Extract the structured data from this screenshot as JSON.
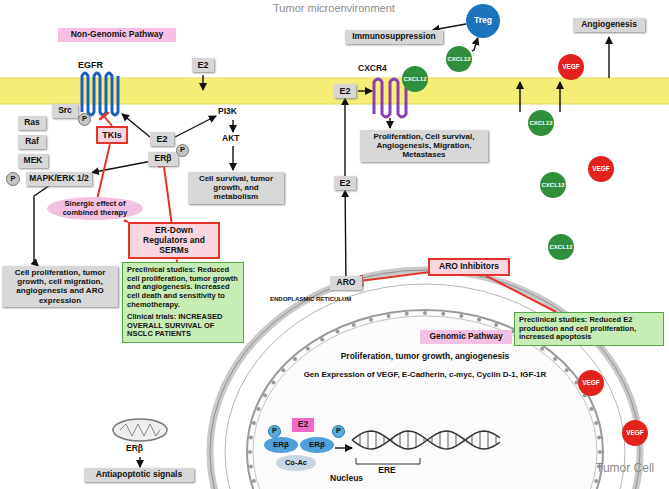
{
  "diagram": {
    "nodes": [
      {
        "text": [
          "Non-Genomic Pathway"
        ]
      },
      {
        "text": [
          "E2"
        ]
      },
      {
        "text": [
          "Src"
        ]
      },
      {
        "text": [
          "P"
        ]
      },
      {
        "text": [
          "Ras"
        ]
      },
      {
        "text": [
          "Raf"
        ]
      },
      {
        "text": [
          "MEK"
        ]
      },
      {
        "text": [
          "P"
        ]
      },
      {
        "text": [
          "MAPK/ERK 1/2"
        ]
      },
      {
        "text": [
          "TKIs"
        ]
      },
      {
        "text": [
          "E2"
        ]
      },
      {
        "text": [
          "ERβ"
        ]
      },
      {
        "text": [
          "P"
        ]
      },
      {
        "text": [
          "Cell survival, tumor growth, and metabolism"
        ]
      },
      {
        "text": [
          "Sinergic effect of combined therapy"
        ]
      },
      {
        "text": [
          "ER-Down Regulators and SERMs"
        ]
      },
      {
        "text": [
          "Cell proliferation, tumor growth, cell migration, angiogenesis and ARO expression"
        ]
      },
      {
        "text": [
          "Preclinical studies: Reduced cell proliferation, tumor growth and angiogenesis. Increased cell death and sensitivity to chemotherapy.",
          "Clinical trials: INCREASED OVERALL SURVIVAL OF NSCLC PATIENTS"
        ]
      },
      {
        "text": [
          "Antiapoptotic signals"
        ]
      },
      {
        "text": [
          "Treg"
        ]
      },
      {
        "text": [
          "Immunosuppression"
        ]
      },
      {
        "text": [
          "Angiogenesis"
        ]
      },
      {
        "text": [
          "E2"
        ]
      },
      {
        "text": [
          "CXCL12"
        ]
      },
      {
        "text": [
          "CXCL12"
        ]
      },
      {
        "text": [
          "VEGF"
        ]
      },
      {
        "text": [
          "CXCL12"
        ]
      },
      {
        "text": [
          "Proliferation, Cell survival, Angiogenesis, Migration, Metastases"
        ]
      },
      {
        "text": [
          "VEGF"
        ]
      },
      {
        "text": [
          "CXCL12"
        ]
      },
      {
        "text": [
          "E2"
        ]
      },
      {
        "text": [
          "CXCL12"
        ]
      },
      {
        "text": [
          "ARO Inhibitors"
        ]
      },
      {
        "text": [
          "ARO"
        ]
      },
      {
        "text": [
          "Preclinical studies: Reduced E2 production and cell proliferation, increased apoptosis"
        ]
      },
      {
        "text": [
          "Genomic Pathway"
        ]
      },
      {
        "text": [
          "VEGF"
        ]
      },
      {
        "text": [
          "VEGF"
        ]
      },
      {
        "text": [
          "E2"
        ]
      },
      {
        "text": [
          "P"
        ]
      },
      {
        "text": [
          "ERβ"
        ]
      },
      {
        "text": [
          "ERβ"
        ]
      },
      {
        "text": [
          "P"
        ]
      },
      {
        "text": [
          "Co-Ac"
        ]
      }
    ],
    "edges": [
      {
        "from": 11,
        "to": 8,
        "arrow": "to"
      },
      {
        "from": 8,
        "to": 16,
        "arrow": "to"
      },
      {
        "from": 15,
        "to": 11,
        "arrow": "to"
      },
      {
        "from": 9,
        "to": 14,
        "arrow": "none"
      },
      {
        "from": 15,
        "to": 14,
        "arrow": "none"
      },
      {
        "from": 15,
        "to": 17,
        "arrow": "none"
      },
      {
        "from": 19,
        "to": 20,
        "arrow": "to"
      },
      {
        "from": 23,
        "to": 19,
        "arrow": "to"
      },
      {
        "from": 30,
        "to": 22,
        "arrow": "to"
      },
      {
        "from": 33,
        "to": 30,
        "arrow": "to"
      },
      {
        "from": 32,
        "to": 33,
        "arrow": "to"
      },
      {
        "from": 32,
        "to": 34,
        "arrow": "none"
      }
    ],
    "labels": [
      "Tumor microenvironment",
      "EGFR",
      "PI3K",
      "AKT",
      "CXCR4",
      "ENDOPLASMIC RETICULUM",
      "Proliferation, tumor growth, angiogenesis",
      "Gen Expression of VEGF, E-Cadherin, c-myc, Cyclin D-1, IGF-1R",
      "ERE",
      "Nucleus",
      "ERβ",
      "Tumor Cell"
    ]
  }
}
